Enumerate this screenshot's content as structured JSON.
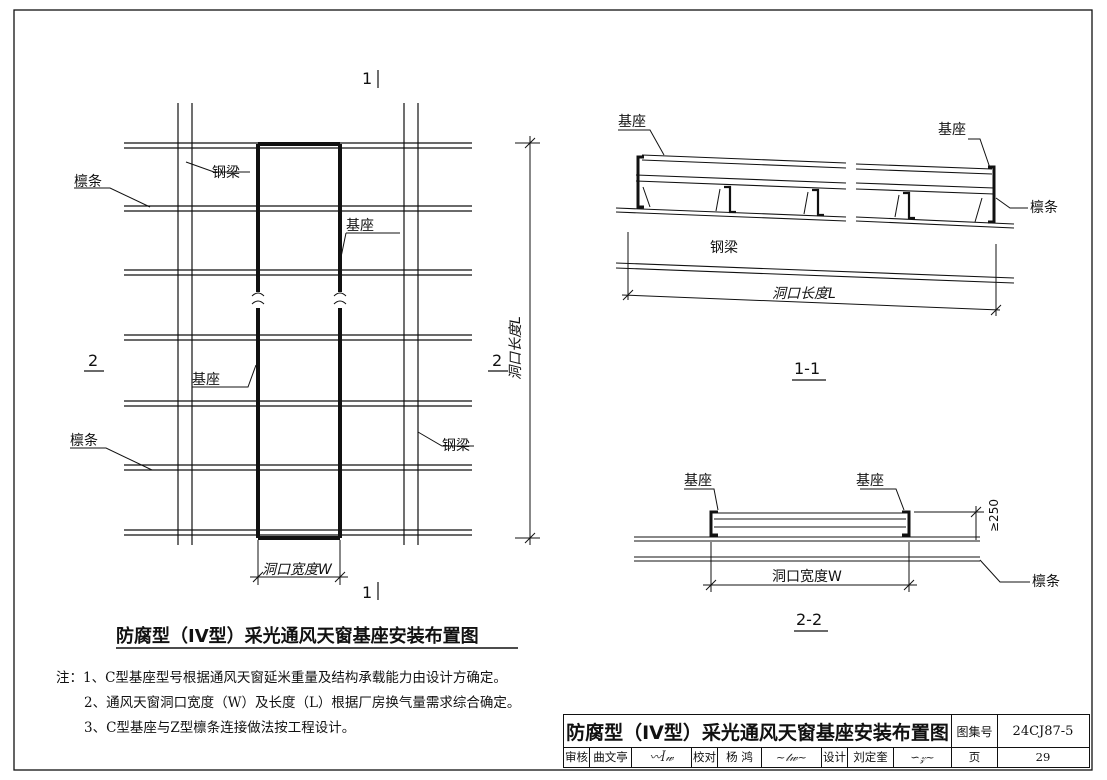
{
  "plan": {
    "section_mark_top": "1",
    "section_mark_bottom": "1",
    "section_mark_left": "2",
    "section_mark_right": "2",
    "label_purlin_top": "檩条",
    "label_beam_top": "钢梁",
    "label_base_top": "基座",
    "label_base_mid": "基座",
    "label_purlin_bottom": "檩条",
    "label_beam_bottom": "钢梁",
    "dim_length": "洞口长度L",
    "dim_width": "洞口宽度W",
    "title": "防腐型（IV型）采光通风天窗基座安装布置图"
  },
  "section_1_1": {
    "label_base_left": "基座",
    "label_base_right": "基座",
    "label_purlin": "檩条",
    "label_beam": "钢梁",
    "dim_length": "洞口长度L",
    "caption": "1-1"
  },
  "section_2_2": {
    "label_base_left": "基座",
    "label_base_right": "基座",
    "label_purlin": "檩条",
    "dim_height": "≥250",
    "dim_width": "洞口宽度W",
    "caption": "2-2"
  },
  "notes": [
    "注：1、C型基座型号根据通风天窗延米重量及结构承载能力由设计方确定。",
    "2、通风天窗洞口宽度（W）及长度（L）根据厂房换气量需求综合确定。",
    "3、C型基座与Z型檩条连接做法按工程设计。"
  ],
  "title_block": {
    "title": "防腐型（IV型）采光通风天窗基座安装布置图",
    "atlas_label": "图集号",
    "atlas_no": "24CJ87-5",
    "review_label": "审核",
    "review_name": "曲文亭",
    "proof_label": "校对",
    "proof_name": "杨 鸿",
    "design_label": "设计",
    "design_name": "刘定奎",
    "page_label": "页",
    "page_no": "29"
  }
}
